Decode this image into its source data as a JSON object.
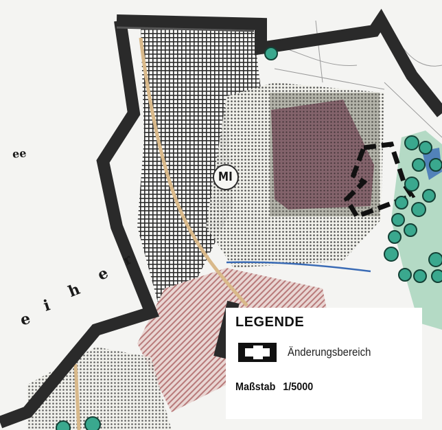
{
  "map": {
    "zone_label": "MI",
    "street_fragments": [
      "ee",
      "r",
      "e",
      "h",
      "i",
      "e"
    ],
    "colors": {
      "paper": "#f4f4f2",
      "boundary": "#2a2a2a",
      "tree": "#3aa88e",
      "tree_stroke": "#134035",
      "green_area": "#4aa67a",
      "path_tan": "#d9b98a",
      "hatch_pink": "#b87a7a",
      "overlay": "#6e4a55",
      "water": "#3a6bb5"
    }
  },
  "legend": {
    "title": "LEGENDE",
    "item_label": "Änderungsbereich",
    "scale_label": "Maßstab",
    "scale_value": "1/5000"
  }
}
